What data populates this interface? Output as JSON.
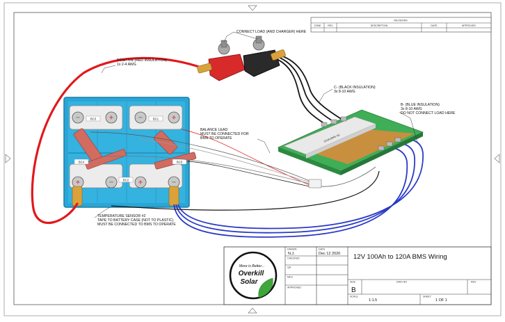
{
  "revisions": {
    "title": "REVISIONS",
    "headers": [
      "ZONE",
      "REV",
      "DESCRIPTION",
      "DATE",
      "APPROVED"
    ]
  },
  "callouts": {
    "connect_load": "CONNECT LOAD (AND CHARGER) HERE",
    "positive_line1": "POSITIVE (RED INSULATION)",
    "positive_line2": "1x 2-4 AWG",
    "c_line1": "C- (BLACK INSULATION)",
    "c_line2": "3x 8-10 AWG",
    "b_line1": "B- (BLUE INSULATION)",
    "b_line2": "3x 8-10 AWG",
    "b_line3": "DO NOT CONNECT LOAD HERE",
    "balance_line1": "BALANCE LEAD",
    "balance_line2": "MUST BE CONNECTED FOR",
    "balance_line3": "BMS TO OPERATE",
    "temp_line1": "TEMPERATURE SENSOR #2",
    "temp_line2": "TAPE TO BATTERY CASE (NOT TO PLASTIC).",
    "temp_line3": "MUST BE CONNECTED TO BMS TO OPERATE"
  },
  "cells": {
    "bc1": "BC1",
    "bc2": "BC2",
    "bc3": "BC3",
    "bc4": "BC4",
    "bc_gnd": "BC0"
  },
  "bms_label": "120A BMS 4S",
  "logo": {
    "tagline": "More is Better...",
    "brand1": "Overkill",
    "brand2": "Solar"
  },
  "title_block": {
    "drawn_label": "DRAWN",
    "drawn_value": "N.J.",
    "date_label": "DATE",
    "date_value": "Dec 12 2020",
    "checked_label": "CHECKED",
    "qa_label": "QA",
    "mfg_label": "MFG",
    "approved_label": "APPROVED",
    "title": "12V 100Ah to 120A BMS Wiring",
    "size_label": "SIZE",
    "size_value": "B",
    "dwg_label": "DWG NO",
    "rev_label": "REV",
    "scale_label": "SCALE",
    "scale_value": "1:1.5",
    "sheet_label": "SHEET",
    "sheet_value": "1 OF 1"
  },
  "colors": {
    "red_wire": "#e0191c",
    "blue_wire": "#2a39c8",
    "black_wire": "#151515",
    "battery": "#2aa6d6",
    "bms_board": "#3fae57"
  }
}
